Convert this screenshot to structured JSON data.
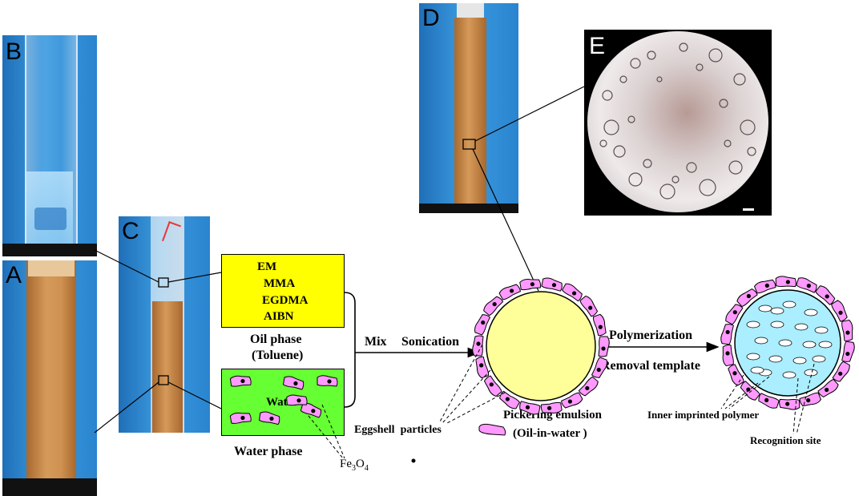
{
  "panels": {
    "a": "A",
    "b": "B",
    "c": "C",
    "d": "D",
    "e": "E"
  },
  "oil_box": {
    "items": [
      "EM",
      "MMA",
      "EGDMA",
      "AIBN"
    ],
    "fill": "#ffff00"
  },
  "oil_caption": {
    "line1": "Oil phase",
    "line2": "(Toluene)"
  },
  "water_box": {
    "label": "Water",
    "fill": "#66ff33"
  },
  "water_caption": "Water phase",
  "fe3o4": {
    "base": "Fe",
    "sub1": "3",
    "mid": "O",
    "sub2": "4"
  },
  "eggshell_caption": "Eggshell  particles",
  "process": {
    "mix": "Mix",
    "sonication": "Sonication",
    "polymerization": "Polymerization",
    "removal": "Removal template"
  },
  "emulsion": {
    "line1": "Pickering emulsion",
    "line2": "(Oil-in-water )",
    "droplet_fill": "#ffff99"
  },
  "polymer": {
    "inner": "Inner imprinted polymer",
    "site": "Recognition site",
    "fill": "#aaeeff"
  },
  "colors": {
    "particle": "#ff99ff",
    "photo_bg": "#2b8fd6",
    "suspension": "#c98a4a"
  }
}
